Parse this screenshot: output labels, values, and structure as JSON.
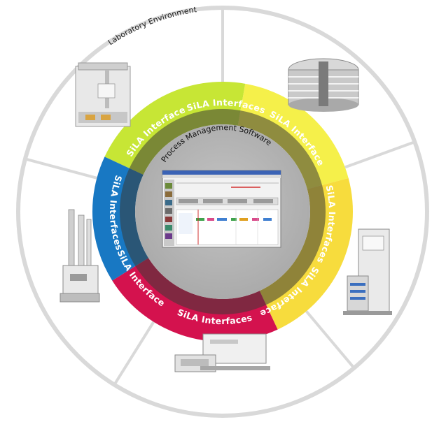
{
  "environment_label": "Laboratory Environment",
  "software_label": "Process Management Software",
  "interface_label": "SiLA Interfaces",
  "segments": [
    {
      "color": "#c7e635",
      "dark": "#8fa61c"
    },
    {
      "color": "#f5f04a",
      "dark": "#b9b21e"
    },
    {
      "color": "#f7dc3d",
      "dark": "#b99d12"
    },
    {
      "color": "#d4124e",
      "dark": "#8e0b34"
    },
    {
      "color": "#1878c3",
      "dark": "#0d4f86"
    }
  ],
  "colors": {
    "outer_ring_stroke": "#d9d9d9",
    "inner_disc": "#b5b5b5",
    "dark_band": "#3b3a36"
  },
  "devices": [
    {
      "name": "pipetting-robot"
    },
    {
      "name": "plate-hotel"
    },
    {
      "name": "incubator"
    },
    {
      "name": "plate-reader"
    },
    {
      "name": "gripper-arm"
    }
  ]
}
